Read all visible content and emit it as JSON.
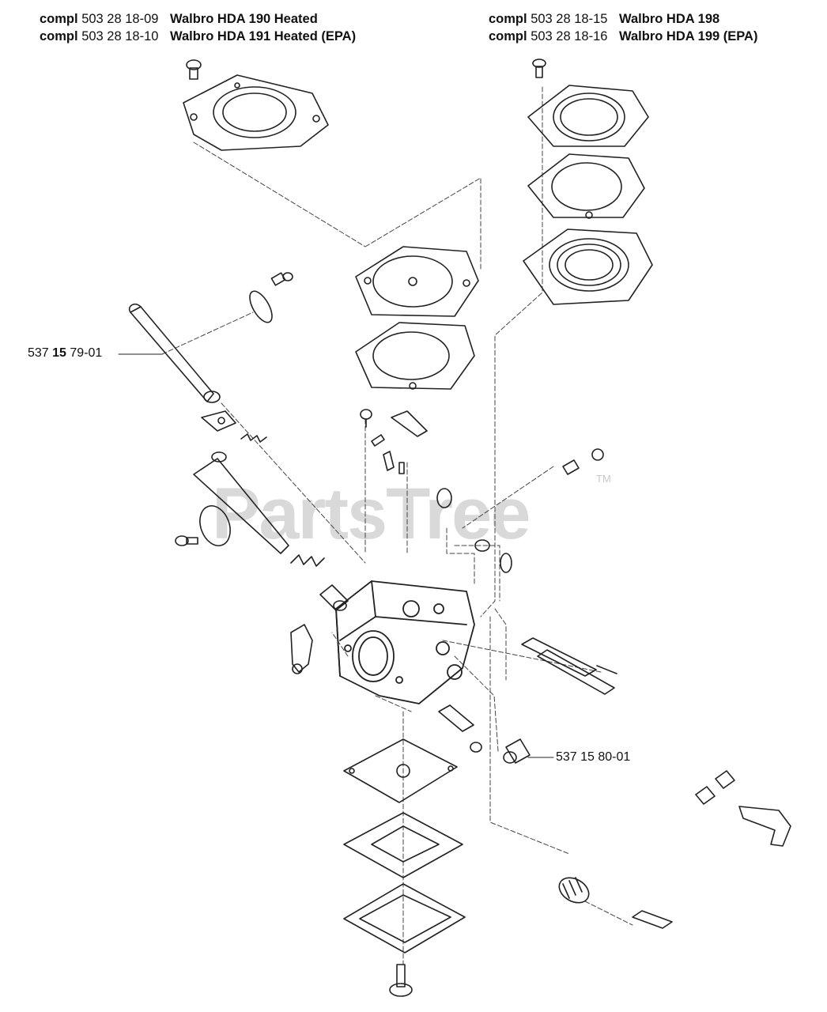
{
  "header": {
    "left": [
      {
        "prefix": "compl",
        "number": "503 28 18-09",
        "model": "Walbro HDA 190 Heated"
      },
      {
        "prefix": "compl",
        "number": "503 28 18-10",
        "model": "Walbro HDA 191 Heated (EPA)"
      }
    ],
    "right": [
      {
        "prefix": "compl",
        "number": "503 28 18-15",
        "model": "Walbro HDA 198"
      },
      {
        "prefix": "compl",
        "number": "503 28 18-16",
        "model": "Walbro HDA 199 (EPA)"
      }
    ]
  },
  "part_labels": {
    "shaft": {
      "a": "537",
      "b": "15",
      "c": "79-01"
    },
    "fitting": "537 15 80-01"
  },
  "watermark": {
    "text": "PartsTree",
    "tm": "TM"
  }
}
